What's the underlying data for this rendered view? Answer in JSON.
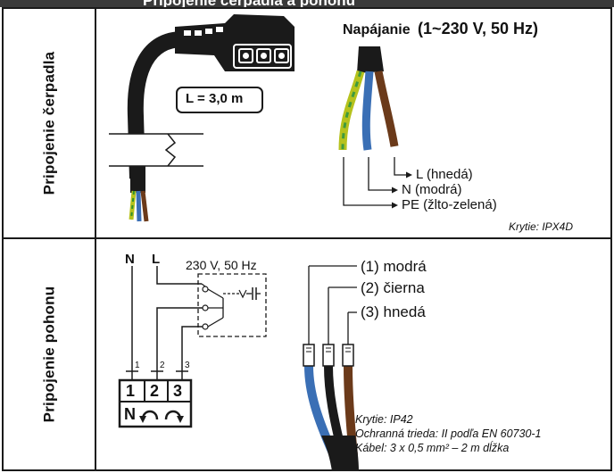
{
  "header": {
    "title": "Pripojenie čerpadla a pohonu"
  },
  "pump_section": {
    "label": "Pripojenie čerpadla",
    "cable_length": "L = 3,0 m",
    "supply_title": "Napájanie",
    "supply_spec": "(1~230 V, 50 Hz)",
    "wire_L": "L (hnedá)",
    "wire_N": "N (modrá)",
    "wire_PE": "PE (žlto-zelená)",
    "protection": "Krytie: IPX4D"
  },
  "drive_section": {
    "label": "Pripojenie pohonu",
    "N": "N",
    "L": "L",
    "supply": "230 V, 50 Hz",
    "terminal_1": "1",
    "terminal_2": "2",
    "terminal_3": "3",
    "small_1": "1",
    "small_2": "2",
    "small_3": "3",
    "terminal_N": "N",
    "wire1_num": "(1)",
    "wire1_color": "modrá",
    "wire2_num": "(2)",
    "wire2_color": "čierna",
    "wire3_num": "(3)",
    "wire3_color": "hnedá",
    "protection": "Krytie: IP42",
    "protection_class": "Ochranná trieda: II podľa EN 60730-1",
    "cable": "Kábel: 3 x 0,5 mm² – 2 m dĺžka"
  },
  "colors": {
    "brown": "#6b3a1a",
    "blue": "#3a6fb5",
    "yellow_green": "#b6c21d",
    "black": "#1a1a1a"
  }
}
